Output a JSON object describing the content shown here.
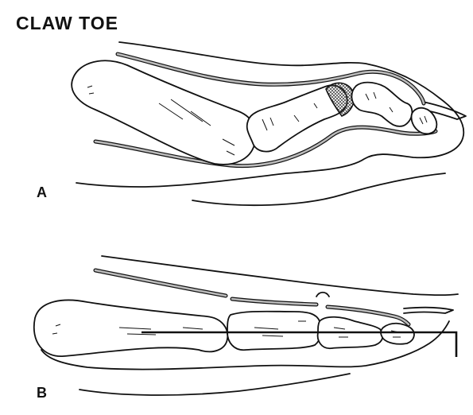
{
  "title": "CLAW TOE",
  "panels": [
    {
      "label": "A"
    },
    {
      "label": "B"
    }
  ],
  "colors": {
    "ink": "#111111",
    "background": "#ffffff",
    "cartilage": "#9a9a9a"
  }
}
